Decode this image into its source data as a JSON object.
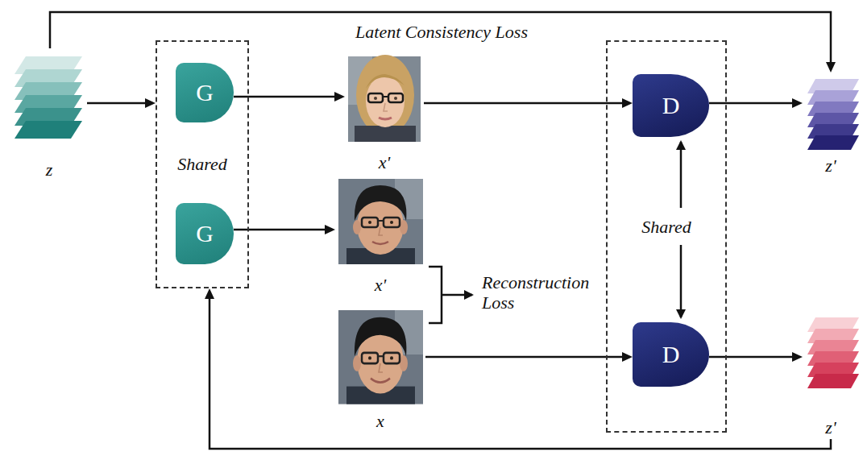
{
  "diagram": {
    "nodes": [
      {
        "text": [
          "z"
        ]
      },
      {
        "text": [
          "Shared"
        ]
      },
      {
        "text": [
          "G"
        ],
        "in": 1
      },
      {
        "text": [
          "G"
        ],
        "in": 1
      },
      {
        "text": [
          "x'"
        ]
      },
      {
        "text": [
          "x'"
        ]
      },
      {
        "text": [
          "x"
        ]
      },
      {
        "text": [
          "Shared"
        ]
      },
      {
        "text": [
          "D"
        ],
        "in": 7
      },
      {
        "text": [
          "D"
        ],
        "in": 7
      },
      {
        "text": [
          "z'"
        ]
      },
      {
        "text": [
          "z'"
        ]
      }
    ],
    "edges": [
      {
        "from": 0,
        "to": 1,
        "arrow": "to"
      },
      {
        "from": 2,
        "to": 4,
        "arrow": "to"
      },
      {
        "from": 3,
        "to": 5,
        "arrow": "to"
      },
      {
        "from": 4,
        "to": 8,
        "arrow": "to"
      },
      {
        "from": 6,
        "to": 9,
        "arrow": "to"
      },
      {
        "from": 8,
        "to": 10,
        "arrow": "to"
      },
      {
        "from": 9,
        "to": 11,
        "arrow": "to"
      },
      {
        "from": 0,
        "to": 10,
        "label": "Latent Consistency Loss",
        "arrow": "to"
      },
      {
        "from": 11,
        "to": 1,
        "arrow": "to"
      }
    ],
    "labels": [
      "Reconstruction Loss"
    ]
  }
}
